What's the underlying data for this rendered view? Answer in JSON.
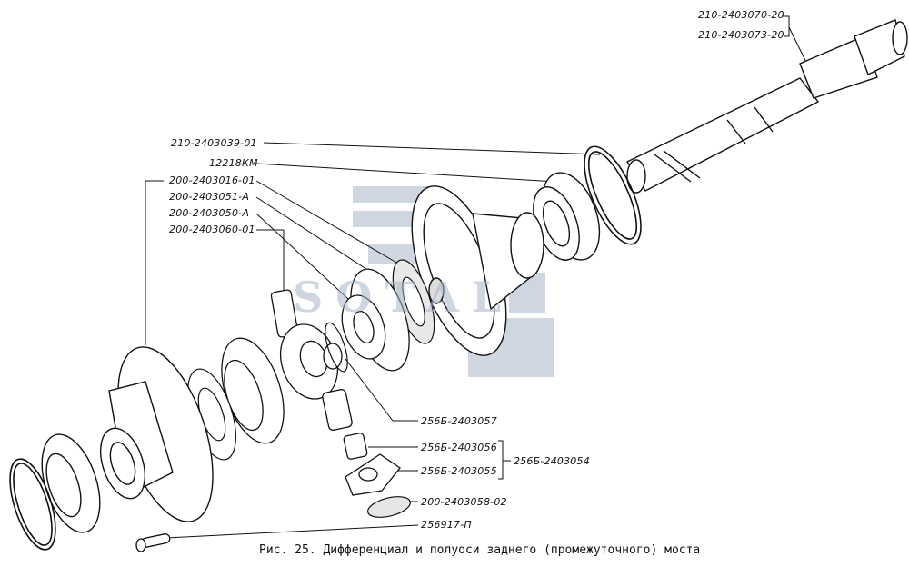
{
  "watermark": {
    "text": "SOTAL",
    "color": "#a9b6c9"
  },
  "labels": {
    "shaft_a": "210-2403070-20",
    "shaft_b": "210-2403073-20",
    "ring": "210-2403039-01",
    "bearing": "12218КМ",
    "housing": "200-2403016-01",
    "side_gear": "200-2403051-А",
    "washer": "200-2403050-А",
    "cross": "200-2403060-01",
    "pin": "256Б-2403057",
    "bushing": "256Б-2403056",
    "satellite": "256Б-2403055",
    "satellite_group": "256Б-2403054",
    "satellite_washer": "200-2403058-02",
    "bolt": "256917-П"
  },
  "caption": "Рис. 25. Дифференциал и полуоси заднего (промежуточного) моста",
  "colors": {
    "ink": "#111111",
    "watermark": "#a9b6c9"
  }
}
